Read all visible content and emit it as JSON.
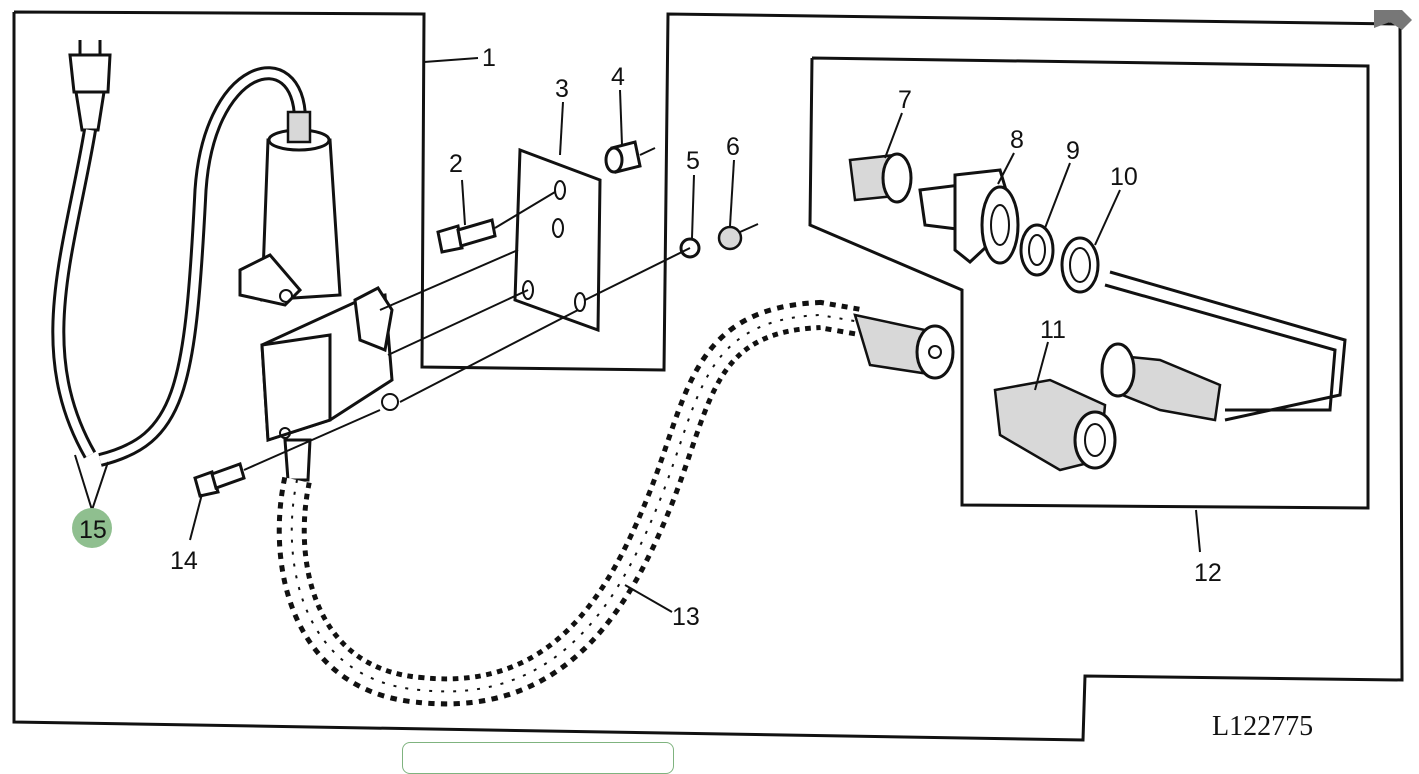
{
  "diagram": {
    "reference_code": "L122775",
    "callouts": [
      {
        "id": "1",
        "label": "1"
      },
      {
        "id": "2",
        "label": "2"
      },
      {
        "id": "3",
        "label": "3"
      },
      {
        "id": "4",
        "label": "4"
      },
      {
        "id": "5",
        "label": "5"
      },
      {
        "id": "6",
        "label": "6"
      },
      {
        "id": "7",
        "label": "7"
      },
      {
        "id": "8",
        "label": "8"
      },
      {
        "id": "9",
        "label": "9"
      },
      {
        "id": "10",
        "label": "10"
      },
      {
        "id": "11",
        "label": "11"
      },
      {
        "id": "12",
        "label": "12"
      },
      {
        "id": "13",
        "label": "13"
      },
      {
        "id": "14",
        "label": "14"
      },
      {
        "id": "15",
        "label": "15"
      }
    ],
    "highlighted_callout": "15",
    "highlight_color": "#8fbf8f"
  }
}
